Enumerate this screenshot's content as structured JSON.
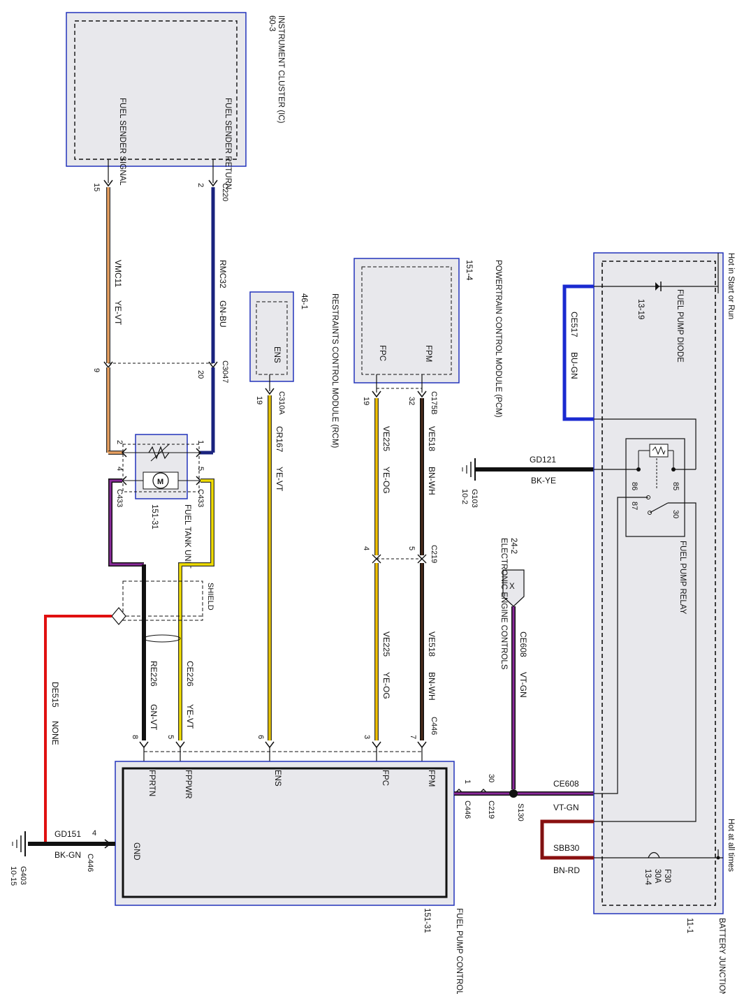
{
  "modules": {
    "ic": {
      "title": "INSTRUMENT CLUSTER (IC)",
      "ref": "60-3",
      "pin_signal": "FUEL SENDER SIGNAL",
      "pin_return": "FUEL SENDER RETURN"
    },
    "pcm": {
      "title": "POWERTRAIN CONTROL MODULE (PCM)",
      "ref": "151-4",
      "pin_fpm": "FPM",
      "pin_fpc": "FPC"
    },
    "rcm": {
      "title": "RESTRAINTS CONTROL MODULE (RCM)",
      "ref": "46-1",
      "pin_ens": "ENS"
    },
    "fptu": {
      "title": "FUEL TANK UNIT",
      "ref": "151-31"
    },
    "fpcm": {
      "title": "FUEL PUMP CONTROL MODULE",
      "ref": "151-31",
      "pins": [
        "FPM",
        "FPC",
        "ENS",
        "FPPWR",
        "FPRTN",
        "GND"
      ]
    },
    "bjb": {
      "title": "BATTERY JUNCTION BOX (BJB)",
      "ref": "11-1",
      "hot_run": "Hot in Start or Run",
      "hot_all": "Hot at all times"
    },
    "relay": {
      "title": "FUEL PUMP RELAY",
      "pin_85": "85",
      "pin_86": "86",
      "pin_87": "87",
      "pin_30": "30"
    },
    "diode": {
      "title": "FUEL PUMP DIODE",
      "ref": "13-19"
    },
    "fuse": {
      "name": "F30",
      "rating": "30A",
      "ref": "13-4"
    },
    "eec": {
      "title": "ELECTRONIC ENGINE CONTROLS",
      "ref": "24-2",
      "symbol": "X"
    }
  },
  "wires": {
    "rmc32": {
      "circuit": "RMC32",
      "color": "GN-BU",
      "hex": "#1a237e"
    },
    "vmc11": {
      "circuit": "VMC11",
      "color": "YE-VT",
      "hex": "#e8a060"
    },
    "cr167": {
      "circuit": "CR167",
      "color": "YE-VT",
      "hex": "#e6c200"
    },
    "ve518a": {
      "circuit": "VE518",
      "color": "BN-WH",
      "hex": "#4a2a1a"
    },
    "ve518b": {
      "circuit": "VE518",
      "color": "BN-WH",
      "hex": "#4a2a1a"
    },
    "ve225a": {
      "circuit": "VE225",
      "color": "YE-OG",
      "hex": "#f0c000"
    },
    "ve225b": {
      "circuit": "VE225",
      "color": "YE-OG",
      "hex": "#f0c000"
    },
    "ce226": {
      "circuit": "CE226",
      "color": "YE-VT",
      "hex": "#f0dc00"
    },
    "re226": {
      "circuit": "RE226",
      "color": "GN-VT",
      "hex": "#111111"
    },
    "de515": {
      "circuit": "DE515",
      "color": "NONE",
      "hex": "#e01010"
    },
    "ce608a": {
      "circuit": "CE608",
      "color": "VT-GN",
      "hex": "#8a2a9a"
    },
    "ce608b": {
      "circuit": "CE608",
      "color": "VT-GN",
      "hex": "#8a2a9a"
    },
    "gd121": {
      "circuit": "GD121",
      "color": "BK-YE",
      "hex": "#111111"
    },
    "gd151": {
      "circuit": "GD151",
      "color": "BK-GN",
      "hex": "#111111"
    },
    "ce517": {
      "circuit": "CE517",
      "color": "BU-GN",
      "hex": "#1a2ad0"
    },
    "sbb30": {
      "circuit": "SBB30",
      "color": "BN-RD",
      "hex": "#8a1010"
    }
  },
  "connectors": {
    "c220": "C220",
    "c3047": "C3047",
    "c433a": "C433",
    "c433b": "C433",
    "c310a": "C310A",
    "c175b": "C175B",
    "c219a": "C219",
    "c219b": "C219",
    "c446a": "C446",
    "c446b": "C446",
    "c446c": "C446",
    "s130": "S130",
    "shield": "SHIELD"
  },
  "pins": {
    "c220_sig": "15",
    "c220_ret": "2",
    "c3047_sig": "9",
    "c3047_ret": "20",
    "fptu_2": "2",
    "fptu_1": "1",
    "fptu_4": "4",
    "fptu_5": "5",
    "c310a": "19",
    "c175b_fpc": "19",
    "c175b_fpm": "32",
    "c219_fpc": "4",
    "c219_fpm": "5",
    "c446_fprtn": "8",
    "c446_fppwr": "5",
    "c446_ens": "6",
    "c446_fpc": "3",
    "c446_fpm": "7",
    "c446_1": "1",
    "c219_30": "30",
    "c446_gnd": "4"
  },
  "grounds": {
    "g103": {
      "name": "G103",
      "ref": "10-2"
    },
    "g403": {
      "name": "G403",
      "ref": "10-15"
    }
  }
}
